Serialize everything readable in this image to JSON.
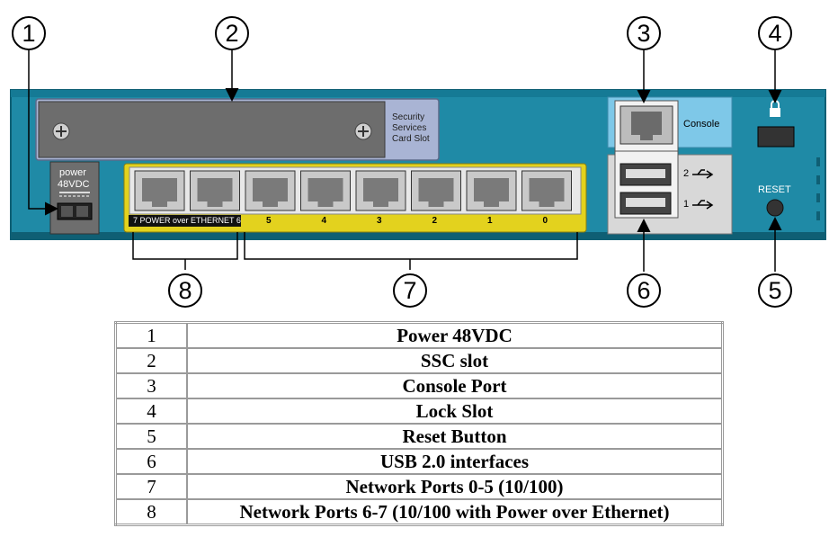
{
  "callouts": {
    "c1": "1",
    "c2": "2",
    "c3": "3",
    "c4": "4",
    "c5": "5",
    "c6": "6",
    "c7": "7",
    "c8": "8"
  },
  "device": {
    "power_label": "power",
    "power_voltage": "48VDC",
    "ssc_label_line1": "Security",
    "ssc_label_line2": "Services",
    "ssc_label_line3": "Card Slot",
    "console_label": "Console",
    "usb_label_2": "2",
    "usb_label_1": "1",
    "reset_label": "RESET",
    "poe_label_7": "7",
    "poe_label_text": "POWER over ETHERNET",
    "poe_label_6": "6",
    "port_labels": [
      "5",
      "4",
      "3",
      "2",
      "1",
      "0"
    ]
  },
  "legend": [
    {
      "num": "1",
      "desc": "Power 48VDC"
    },
    {
      "num": "2",
      "desc": "SSC slot"
    },
    {
      "num": "3",
      "desc": "Console Port"
    },
    {
      "num": "4",
      "desc": "Lock Slot"
    },
    {
      "num": "5",
      "desc": "Reset Button"
    },
    {
      "num": "6",
      "desc": "USB 2.0 interfaces"
    },
    {
      "num": "7",
      "desc": "Network Ports 0-5 (10/100)"
    },
    {
      "num": "8",
      "desc": "Network Ports 6-7 (10/100 with Power over Ethernet)"
    }
  ],
  "colors": {
    "chassis": "#1f8aa6",
    "chassis_dark": "#0f5f74",
    "ssc_panel": "#a9b4d4",
    "port_block": "#e3d21e",
    "console_panel": "#7ec8e8",
    "usb_panel": "#d8d8d8"
  }
}
